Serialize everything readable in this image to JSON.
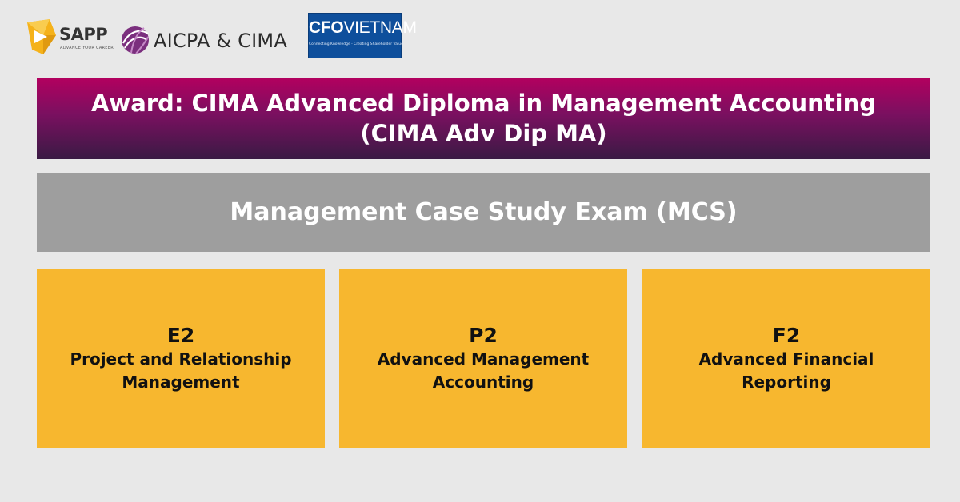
{
  "logos": {
    "sapp": {
      "name": "SAPP",
      "tagline": "ADVANCE YOUR CAREER",
      "colors": {
        "icon": "#f5b21a",
        "text": "#333333"
      }
    },
    "aicpa_cima": {
      "name": "AICPA & CIMA",
      "colors": {
        "icon": "#7b2f7e",
        "text": "#2b2b2b"
      }
    },
    "cfo_vietnam": {
      "name_bold": "CFO",
      "name_rest": "VIETNAM",
      "tagline": "Connecting Knowledge - Creating Shareholder Value",
      "colors": {
        "background": "#0e4f9c",
        "text": "#ffffff"
      }
    }
  },
  "award": {
    "text": "Award: CIMA Advanced Diploma in Management Accounting\n(CIMA Adv Dip MA)",
    "colors": {
      "gradient_top": "#b3005f",
      "gradient_bottom": "#3a1a44",
      "text": "#ffffff"
    }
  },
  "case_study": {
    "text": "Management Case Study Exam (MCS)",
    "colors": {
      "background": "#9e9e9e",
      "text": "#ffffff"
    }
  },
  "exams": [
    {
      "code": "E2",
      "name": "Project and Relationship\nManagement"
    },
    {
      "code": "P2",
      "name": "Advanced Management\nAccounting"
    },
    {
      "code": "F2",
      "name": "Advanced Financial\nReporting"
    }
  ],
  "exam_box_color": "#f7b72f",
  "page_background": "#e8e8e8"
}
